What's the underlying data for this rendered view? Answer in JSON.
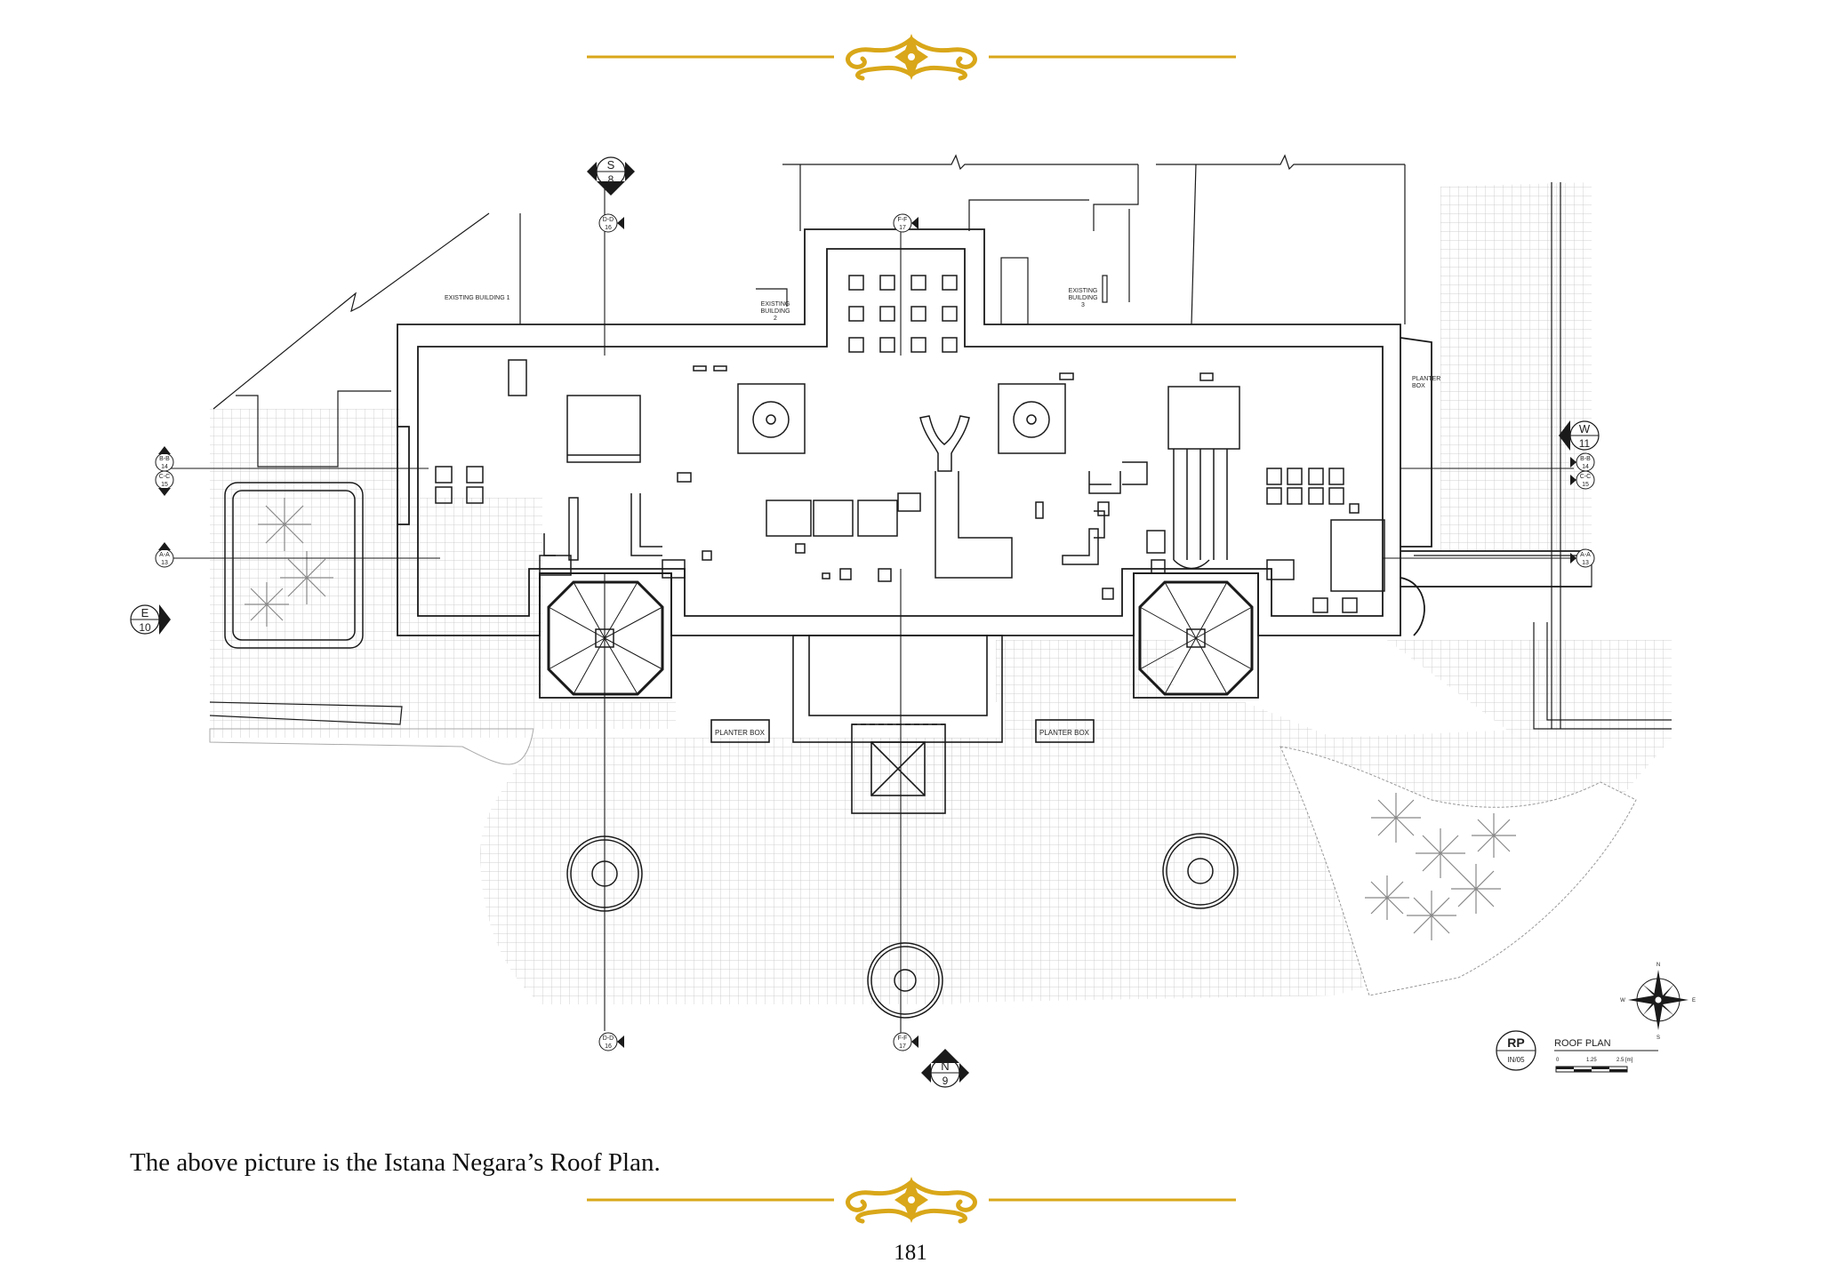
{
  "colors": {
    "ornament_gold": "#d9a719",
    "line": "#1a1a1a",
    "hatch": "#bdbdbd"
  },
  "drawing": {
    "labels": {
      "existing_building_1": "EXISTING BUILDING 1",
      "existing_building_2_line1": "EXISTING",
      "existing_building_2_line2": "BUILDING",
      "existing_building_2_line3": "2",
      "existing_building_3_line1": "EXISTING",
      "existing_building_3_line2": "BUILDING",
      "existing_building_3_line3": "3",
      "planter_box_right_line1": "PLANTER",
      "planter_box_right_line2": "BOX",
      "planter_box_left": "PLANTER BOX",
      "planter_box_center": "PLANTER BOX"
    },
    "section_markers": {
      "south_letter": "S",
      "south_number": "8",
      "north_letter": "N",
      "north_number": "9",
      "east_letter": "E",
      "east_number": "10",
      "west_letter": "W",
      "west_number": "11",
      "grid_a": "A-A",
      "grid_a_num": "13",
      "grid_b": "B-B",
      "grid_b_num": "14",
      "grid_c": "C-C",
      "grid_c_num": "15",
      "grid_d": "D-D",
      "grid_d_num": "16",
      "grid_f": "F-F",
      "grid_f_num": "17"
    },
    "title_block": {
      "code": "RP",
      "sheet": "IN/05",
      "title": "ROOF PLAN",
      "scale_0": "0",
      "scale_1": "1.25",
      "scale_2": "2.5 [m]"
    },
    "north_arrow": {
      "n": "N",
      "s": "S",
      "e": "E",
      "w": "W"
    }
  },
  "caption": "The above picture is the Istana Negara’s Roof Plan.",
  "page_number": "181"
}
